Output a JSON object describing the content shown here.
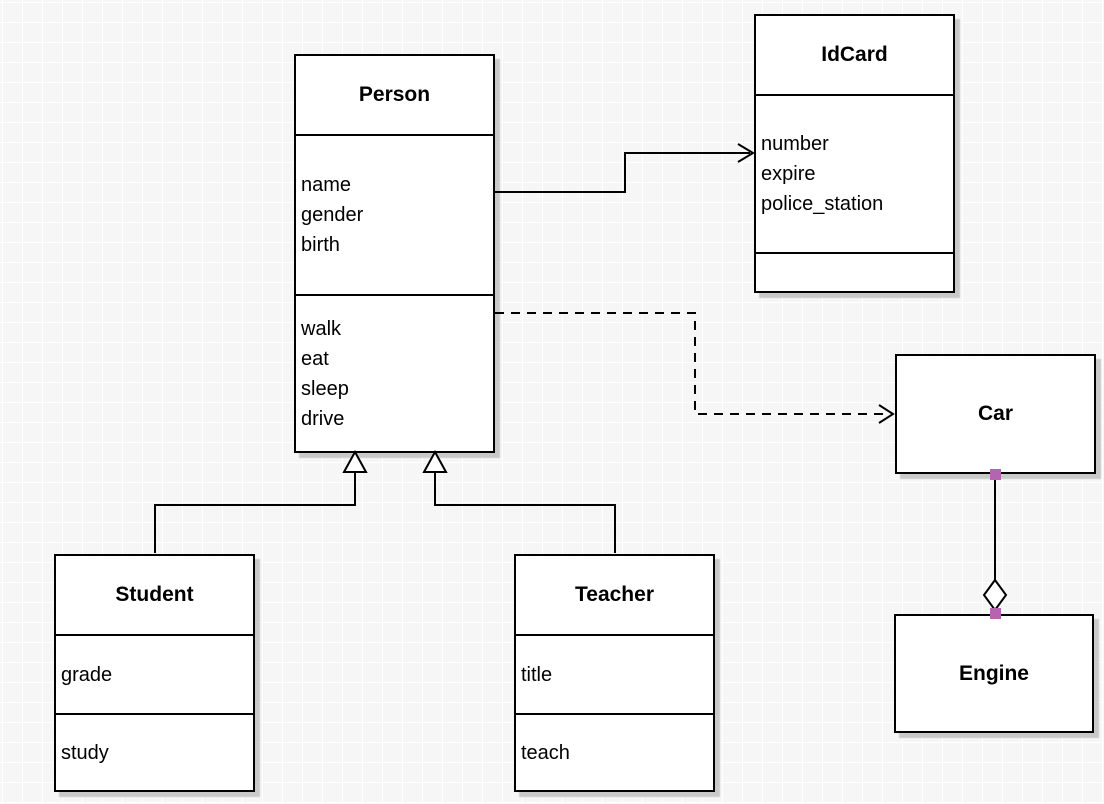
{
  "diagram": {
    "classes": {
      "person": {
        "title": "Person",
        "attributes": [
          "name",
          "gender",
          "birth"
        ],
        "methods": [
          "walk",
          "eat",
          "sleep",
          "drive"
        ]
      },
      "idcard": {
        "title": "IdCard",
        "attributes": [
          "number",
          "expire",
          "police_station"
        ],
        "methods": []
      },
      "car": {
        "title": "Car"
      },
      "engine": {
        "title": "Engine"
      },
      "student": {
        "title": "Student",
        "attributes": [
          "grade"
        ],
        "methods": [
          "study"
        ]
      },
      "teacher": {
        "title": "Teacher",
        "attributes": [
          "title"
        ],
        "methods": [
          "teach"
        ]
      }
    },
    "relations": [
      {
        "from": "Person",
        "to": "IdCard",
        "type": "association",
        "line": "solid",
        "end": "open-arrow"
      },
      {
        "from": "Person",
        "to": "Car",
        "type": "dependency",
        "line": "dashed",
        "end": "open-arrow"
      },
      {
        "from": "Student",
        "to": "Person",
        "type": "generalization",
        "line": "solid",
        "end": "hollow-triangle"
      },
      {
        "from": "Teacher",
        "to": "Person",
        "type": "generalization",
        "line": "solid",
        "end": "hollow-triangle"
      },
      {
        "from": "Car",
        "to": "Engine",
        "type": "aggregation",
        "line": "solid",
        "end": "hollow-diamond"
      }
    ],
    "colors": {
      "line": "#000000",
      "box_fill": "#ffffff",
      "shadow": "#c9c9c9",
      "canvas_bg": "#f6f6f6",
      "grid_line": "#ffffff",
      "connection_handle": "#b565af"
    }
  }
}
